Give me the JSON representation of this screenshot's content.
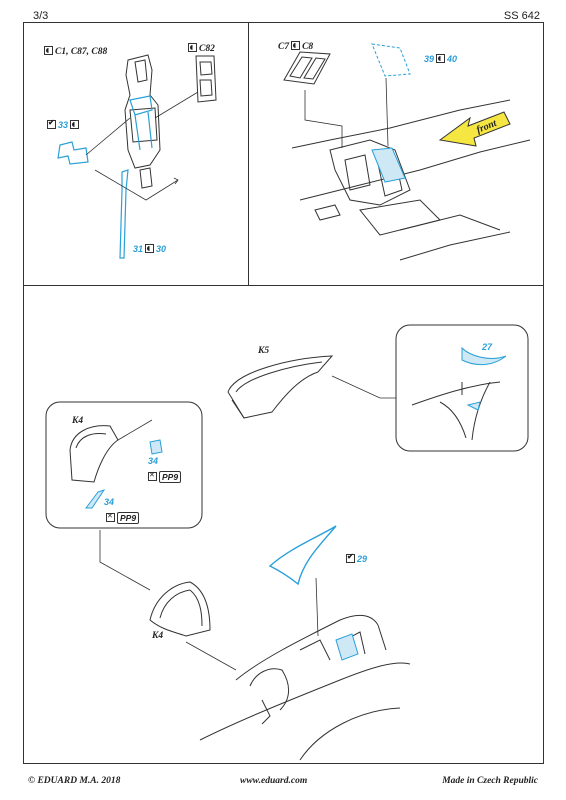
{
  "header": {
    "page": "3/3",
    "set_code": "SS 642"
  },
  "footer": {
    "copyright": "© EDUARD M.A. 2018",
    "website": "www.eduard.com",
    "origin": "Made in Czech Republic"
  },
  "front_arrow": {
    "label": "front"
  },
  "parts": {
    "c_group": "C1, C87, C88",
    "c82": "C82",
    "p33": "33",
    "p31": "31",
    "p30": "30",
    "c7": "C7",
    "c8": "C8",
    "p39": "39",
    "p40": "40",
    "k5": "K5",
    "p27": "27",
    "k4_detail": "K4",
    "p34a": "34",
    "pp9a": "PP9",
    "p34b": "34",
    "pp9b": "PP9",
    "k4_main": "K4",
    "p29": "29"
  },
  "colors": {
    "photo_etch": "#2aa0d8",
    "arrow_fill": "#f5e642",
    "line": "#333333"
  }
}
